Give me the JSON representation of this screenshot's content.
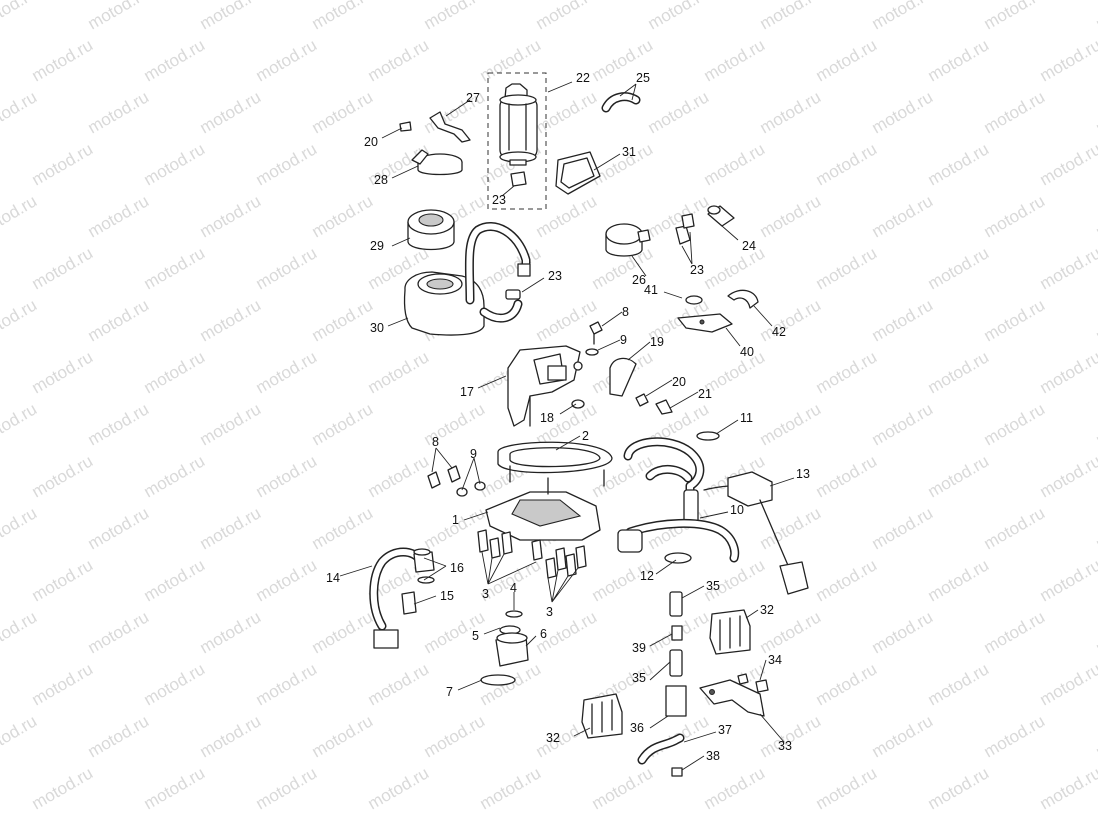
{
  "watermark": "motod.ru",
  "callouts": [
    "1",
    "2",
    "3",
    "3",
    "4",
    "5",
    "6",
    "7",
    "8",
    "8",
    "9",
    "9",
    "10",
    "11",
    "12",
    "13",
    "14",
    "15",
    "16",
    "17",
    "18",
    "19",
    "20",
    "20",
    "21",
    "22",
    "23",
    "23",
    "23",
    "24",
    "25",
    "26",
    "27",
    "28",
    "29",
    "30",
    "31",
    "32",
    "32",
    "33",
    "34",
    "35",
    "35",
    "36",
    "37",
    "38",
    "39",
    "40",
    "41",
    "42"
  ]
}
